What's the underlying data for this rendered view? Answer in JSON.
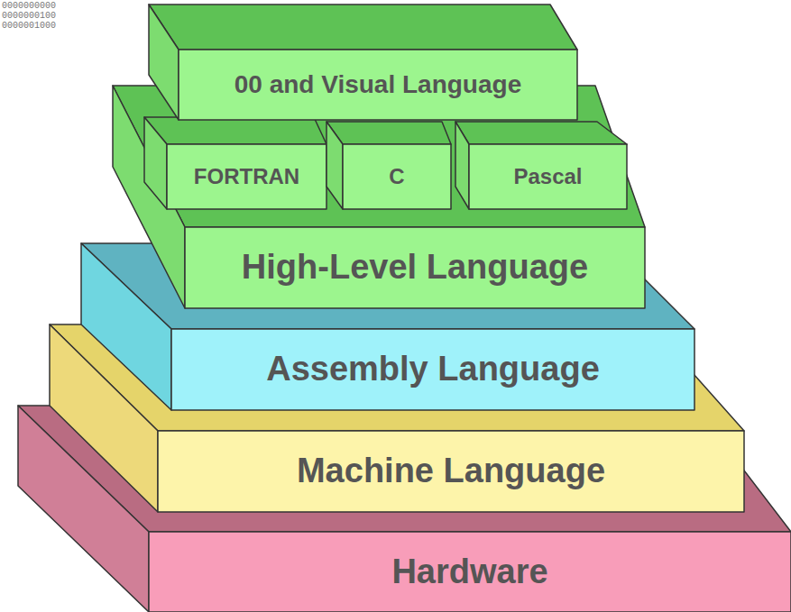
{
  "diagram": {
    "nodes": [
      {
        "text": [
          "00 and Visual Language"
        ]
      },
      {
        "text": [
          "High-Level Language"
        ]
      },
      {
        "text": [
          "FORTRAN"
        ],
        "in": 1
      },
      {
        "text": [
          "C"
        ],
        "in": 1
      },
      {
        "text": [
          "Pascal"
        ],
        "in": 1
      },
      {
        "text": [
          "Assembly Language"
        ]
      },
      {
        "text": [
          "Machine Language"
        ]
      },
      {
        "text": [
          "Hardware"
        ]
      }
    ],
    "labels": [
      "0000000000",
      "0000000100",
      "0000001000"
    ]
  }
}
